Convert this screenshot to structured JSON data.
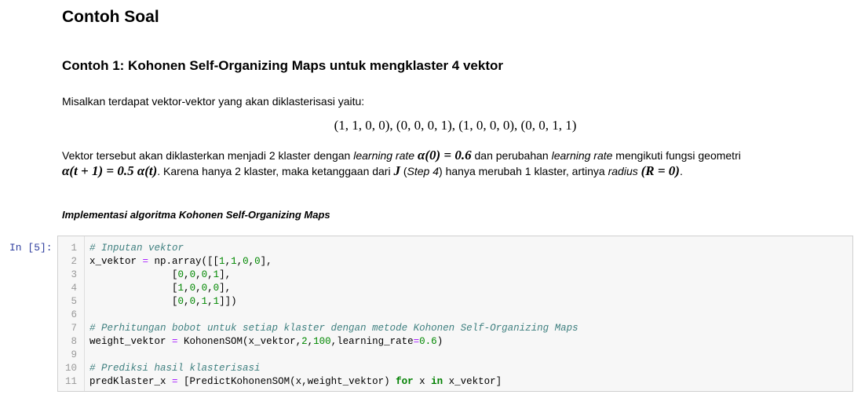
{
  "title": "Contoh Soal",
  "example_heading": "Contoh 1: Kohonen Self-Organizing Maps untuk mengklaster 4 vektor",
  "intro": "Misalkan terdapat vektor-vektor yang akan diklasterisasi yaitu:",
  "vectors_equation": "(1, 1, 0, 0),  (0, 0, 0, 1),  (1, 0, 0, 0),  (0, 0, 1, 1)",
  "description": {
    "s1": "Vektor tersebut akan diklasterkan menjadi 2 klaster dengan ",
    "lr_italic": "learning rate",
    "alpha0": "α(0) = 0.6",
    "s2": " dan perubahan ",
    "lr_italic2": "learning rate",
    "s3": " mengikuti fungsi geometri",
    "alpha_update": "α(t + 1) = 0.5 α(t)",
    "s4": ". Karena hanya 2 klaster, maka ketanggaan dari ",
    "J": "J",
    "s5": " (",
    "step": "Step 4",
    "s6": ") hanya merubah 1 klaster, artinya ",
    "radius": "radius",
    "R": "(R = 0)",
    "s7": "."
  },
  "impl_heading": "Implementasi algoritma Kohonen Self-Organizing Maps",
  "cell": {
    "prompt": "In [5]:",
    "line_numbers": [
      "1",
      "2",
      "3",
      "4",
      "5",
      "6",
      "7",
      "8",
      "9",
      "10",
      "11"
    ],
    "code": {
      "l1": "# Inputan vektor",
      "l2a": "x_vektor ",
      "eq": "=",
      "l2b": " np.array([[",
      "l2c": "]],",
      "l3": "[0,0,0,1],",
      "l4": "[1,0,0,0],",
      "l5": "[0,0,1,1]])",
      "l7": "# Perhitungan bobot untuk setiap klaster dengan metode Kohonen Self-Organizing Maps",
      "l8a": "weight_vektor ",
      "l8b": " KohonenSOM(x_vektor,",
      "l8n1": "2",
      "l8n2": "100",
      "l8c": ",learning_rate",
      "l8n3": "0.6",
      "l8d": ")",
      "l10": "# Prediksi hasil klasterisasi",
      "l11a": "predKlaster_x ",
      "l11b": " [PredictKohonenSOM(x,weight_vektor) ",
      "for": "for",
      "l11c": " x ",
      "in": "in",
      "l11d": " x_vektor]"
    }
  }
}
